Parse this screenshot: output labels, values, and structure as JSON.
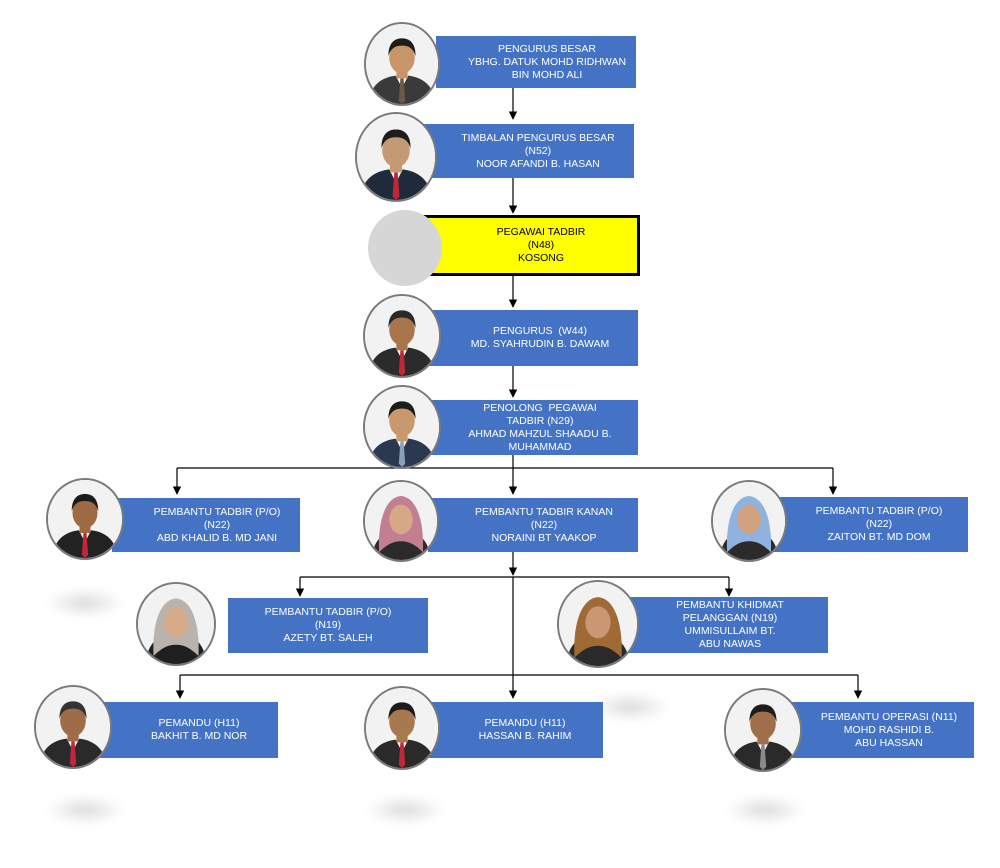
{
  "colors": {
    "card": "#4472c4",
    "vacant": "#ffff00",
    "text": "#ffffff",
    "connector": "#000000"
  },
  "nodes": [
    {
      "id": "pengurus-besar",
      "vacant": false,
      "person": {
        "skin": "#c8956a",
        "hair": "#1c1c1c",
        "suit": "#3a3a3a",
        "tie": "#6b5a48",
        "hijab": ""
      },
      "lines": [
        "PENGURUS BESAR",
        "YBHG. DATUK MOHD RIDHWAN",
        "BIN MOHD ALI"
      ]
    },
    {
      "id": "timbalan-pengurus-besar",
      "vacant": false,
      "person": {
        "skin": "#c49a74",
        "hair": "#1c1c1c",
        "suit": "#1f2a3a",
        "tie": "#c0283a",
        "hijab": ""
      },
      "lines": [
        "TIMBALAN PENGURUS BESAR",
        "(N52)",
        "NOOR AFANDI B. HASAN"
      ]
    },
    {
      "id": "pegawai-tadbir",
      "vacant": true,
      "person": null,
      "lines": [
        "PEGAWAI TADBIR",
        "(N48)",
        "KOSONG"
      ]
    },
    {
      "id": "pengurus",
      "vacant": false,
      "person": {
        "skin": "#a8754d",
        "hair": "#2a2a2a",
        "suit": "#2b2b2b",
        "tie": "#c0283a",
        "hijab": ""
      },
      "lines": [
        "PENGURUS  (W44)",
        "MD. SYAHRUDIN B. DAWAM"
      ]
    },
    {
      "id": "penolong-pegawai-tadbir",
      "vacant": false,
      "person": {
        "skin": "#c9996e",
        "hair": "#1c1c1c",
        "suit": "#2a3950",
        "tie": "#8aa0b8",
        "hijab": ""
      },
      "lines": [
        "PENOLONG  PEGAWAI",
        "TADBIR (N29)",
        "AHMAD MAHZUL SHAADU B.",
        "MUHAMMAD"
      ]
    },
    {
      "id": "pembantu-tadbir-abd-khalid",
      "vacant": false,
      "person": {
        "skin": "#9e6a44",
        "hair": "#1c1c1c",
        "suit": "#222222",
        "tie": "#c0283a",
        "hijab": ""
      },
      "lines": [
        "PEMBANTU TADBIR (P/O)",
        "(N22)",
        "ABD KHALID B. MD JANI"
      ]
    },
    {
      "id": "pembantu-tadbir-kanan",
      "vacant": false,
      "person": {
        "skin": "#d5a886",
        "hair": "",
        "suit": "#2b2b2b",
        "tie": "",
        "hijab": "#c27f91"
      },
      "lines": [
        "PEMBANTU TADBIR KANAN",
        "(N22)",
        "NORAINI BT YAAKOP"
      ]
    },
    {
      "id": "pembantu-tadbir-zaiton",
      "vacant": false,
      "person": {
        "skin": "#d0a27f",
        "hair": "",
        "suit": "#2b2b2b",
        "tie": "",
        "hijab": "#8fb3de"
      },
      "lines": [
        "PEMBANTU TADBIR (P/O)",
        "(N22)",
        "ZAITON BT. MD DOM"
      ]
    },
    {
      "id": "pembantu-tadbir-azety",
      "vacant": false,
      "person": {
        "skin": "#d6ab89",
        "hair": "",
        "suit": "#1f1f1f",
        "tie": "",
        "hijab": "#b9b3ad"
      },
      "lines": [
        "PEMBANTU TADBIR (P/O)",
        "(N19)",
        "AZETY BT. SALEH"
      ]
    },
    {
      "id": "pembantu-khidmat-pelanggan",
      "vacant": false,
      "person": {
        "skin": "#c99774",
        "hair": "",
        "suit": "#2a2a2a",
        "tie": "",
        "hijab": "#a06a35"
      },
      "lines": [
        "PEMBANTU KHIDMAT",
        "PELANGGAN (N19)",
        "UMMISULLAIM BT.",
        "ABU NAWAS"
      ]
    },
    {
      "id": "pemandu-bakhit",
      "vacant": false,
      "person": {
        "skin": "#9e6c48",
        "hair": "#333333",
        "suit": "#2a2a2a",
        "tie": "#c0283a",
        "hijab": ""
      },
      "lines": [
        "PEMANDU (H11)",
        "BAKHIT B. MD NOR"
      ]
    },
    {
      "id": "pemandu-hassan",
      "vacant": false,
      "person": {
        "skin": "#a8784f",
        "hair": "#1c1c1c",
        "suit": "#2a2a2a",
        "tie": "#c0283a",
        "hijab": ""
      },
      "lines": [
        "PEMANDU (H11)",
        "HASSAN B. RAHIM"
      ]
    },
    {
      "id": "pembantu-operasi",
      "vacant": false,
      "person": {
        "skin": "#a06e4a",
        "hair": "#1c1c1c",
        "suit": "#2a2a2a",
        "tie": "#8a8a8a",
        "hijab": ""
      },
      "lines": [
        "PEMBANTU OPERASI (N11)",
        "MOHD RASHIDI B.",
        "ABU HASSAN"
      ]
    }
  ]
}
